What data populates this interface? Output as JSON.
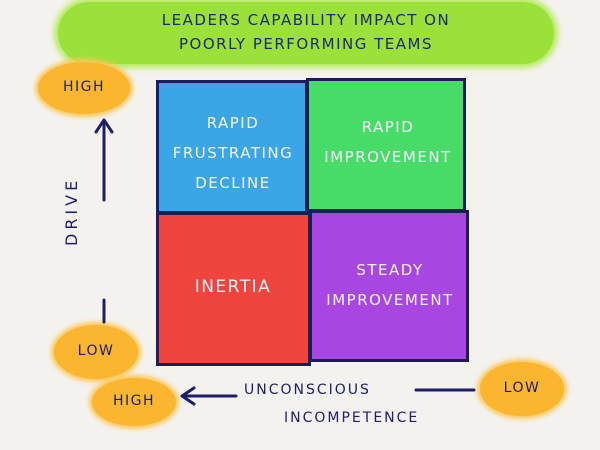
{
  "title": {
    "line1": "LEADERS CAPABILITY IMPACT ON",
    "line2": "POORLY PERFORMING TEAMS"
  },
  "quadrants": {
    "top_left": [
      "RAPID",
      "FRUSTRATING",
      "DECLINE"
    ],
    "top_right": [
      "RAPID",
      "IMPROVEMENT"
    ],
    "bottom_left": [
      "INERTIA"
    ],
    "bottom_right": [
      "STEADY",
      "IMPROVEMENT"
    ]
  },
  "y_axis": {
    "label": "DRIVE",
    "high": "HIGH",
    "low": "LOW"
  },
  "x_axis": {
    "label_line1": "UNCONSCIOUS",
    "label_line2": "INCOMPETENCE",
    "high": "HIGH",
    "low": "LOW"
  },
  "colors": {
    "title_highlight": "#9be13a",
    "top_left": "#3aa6e6",
    "top_right": "#47dc68",
    "bottom_left": "#f0443f",
    "bottom_right": "#a746e0",
    "blob": "#fbb52e",
    "ink": "#1e1e6b"
  }
}
